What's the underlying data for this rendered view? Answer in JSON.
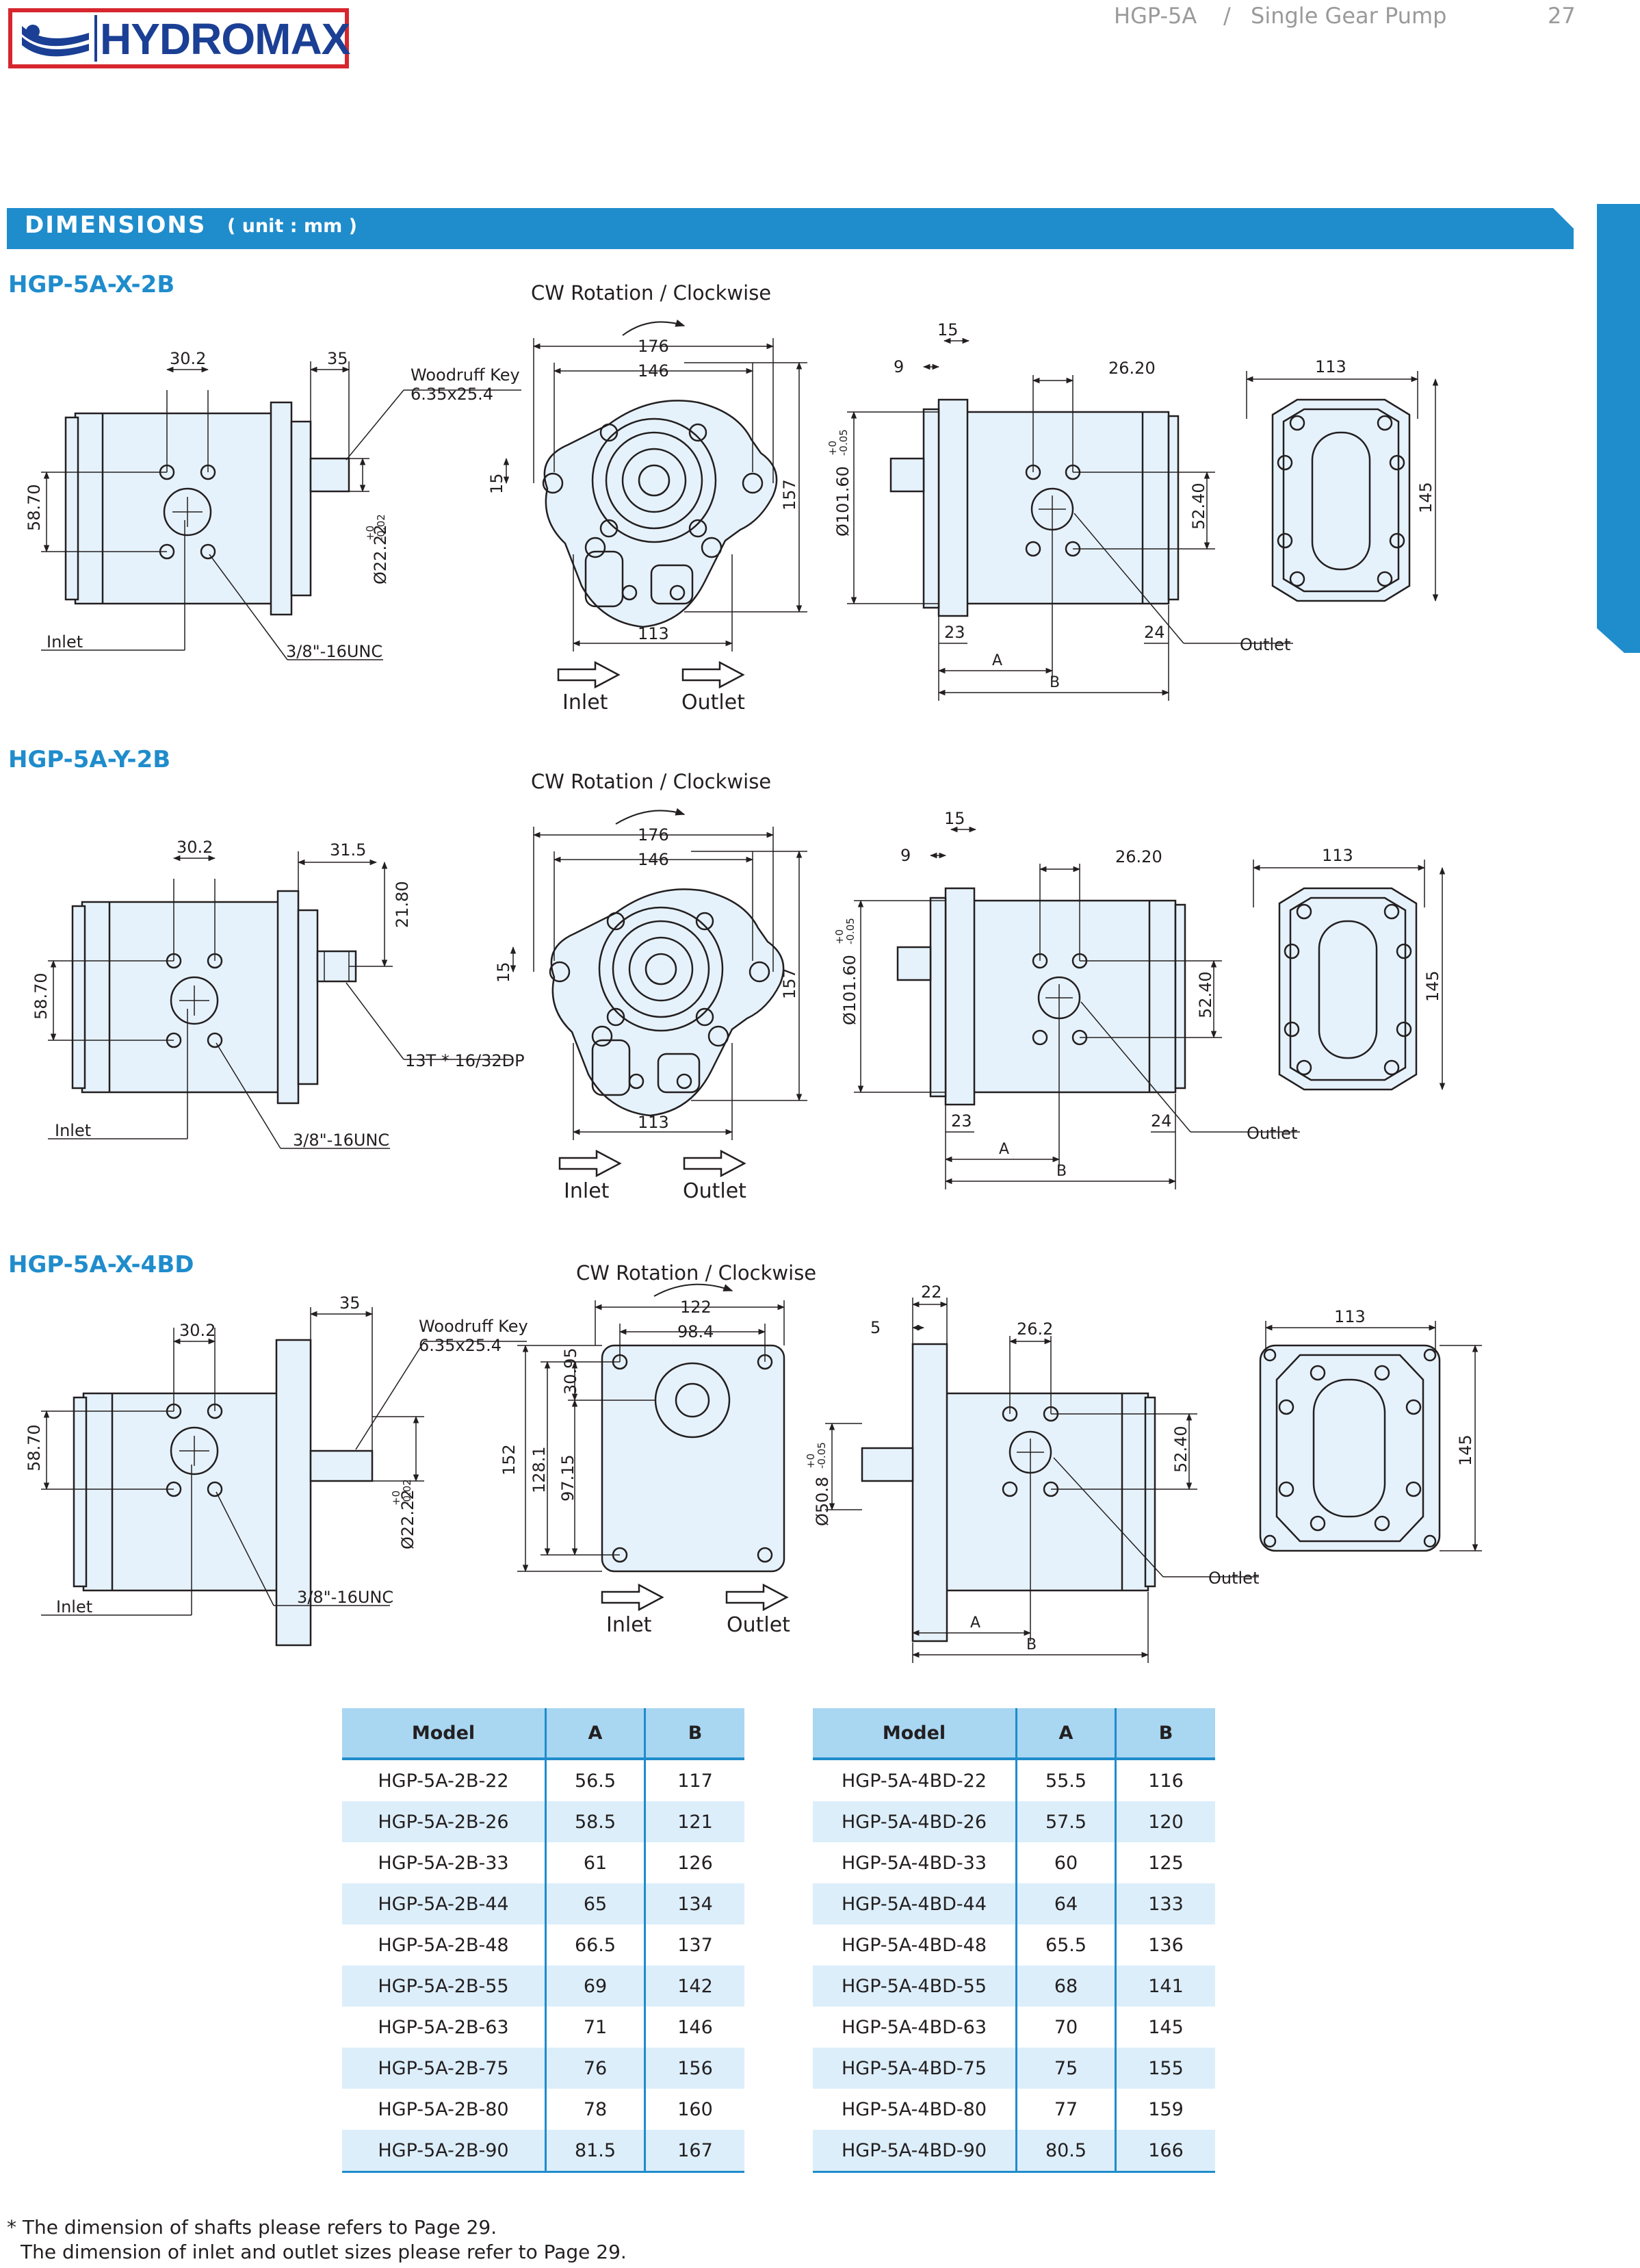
{
  "header": {
    "logo_text": "HYDROMAX",
    "model": "HGP-5A",
    "separator": "/",
    "title": "Single Gear Pump",
    "page_number": "27"
  },
  "banner": {
    "title": "DIMENSIONS",
    "unit": "( unit : mm )"
  },
  "colors": {
    "brand_blue": "#1f8ccc",
    "logo_red": "#d7262e",
    "logo_navy": "#1a3f94",
    "part_fill": "#e6f2fb",
    "table_header": "#a9d6f1",
    "table_alt_row": "#dceefa"
  },
  "sections": [
    {
      "title": "HGP-5A-X-2B",
      "rotation": "CW Rotation / Clockwise",
      "side": {
        "pitch": "30.2",
        "shaft_len": "35",
        "height": "58.70",
        "shaft_dia": "Ø22.22",
        "shaft_tol_top": "+0",
        "shaft_tol_bot": "-0.02",
        "shaft_note_1": "Woodruff Key",
        "shaft_note_2": "6.35x25.4",
        "port_label": "Inlet",
        "thread": "3/8\"-16UNC"
      },
      "front": {
        "width_outer": "176",
        "width_inner": "146",
        "offset": "15",
        "height": "157",
        "bottom": "113"
      },
      "flow": {
        "inlet": "Inlet",
        "outlet": "Outlet"
      },
      "side2": {
        "top": "15",
        "left": "9",
        "pitch": "26.20",
        "pilot": "Ø101.60",
        "pilot_tol_top": "+0",
        "pilot_tol_bot": "-0.05",
        "height": "52.40",
        "dim_a_left": "23",
        "dim_b_right": "24",
        "a": "A",
        "b": "B",
        "port_label": "Outlet"
      },
      "rear": {
        "width": "113",
        "height": "145"
      }
    },
    {
      "title": "HGP-5A-Y-2B",
      "rotation": "CW Rotation / Clockwise",
      "side": {
        "pitch": "30.2",
        "shaft_len": "31.5",
        "shaft_height": "21.80",
        "height": "58.70",
        "spline": "13T * 16/32DP",
        "port_label": "Inlet",
        "thread": "3/8\"-16UNC"
      },
      "front": {
        "width_outer": "176",
        "width_inner": "146",
        "offset": "15",
        "height": "157",
        "bottom": "113"
      },
      "flow": {
        "inlet": "Inlet",
        "outlet": "Outlet"
      },
      "side2": {
        "top": "15",
        "left": "9",
        "pitch": "26.20",
        "pilot": "Ø101.60",
        "pilot_tol_top": "+0",
        "pilot_tol_bot": "-0.05",
        "height": "52.40",
        "dim_a_left": "23",
        "dim_b_right": "24",
        "a": "A",
        "b": "B",
        "port_label": "Outlet"
      },
      "rear": {
        "width": "113",
        "height": "145"
      }
    },
    {
      "title": "HGP-5A-X-4BD",
      "rotation": "CW Rotation / Clockwise",
      "side": {
        "pitch": "30.2",
        "shaft_len": "35",
        "height": "58.70",
        "shaft_dia": "Ø22.22",
        "shaft_tol_top": "+0",
        "shaft_tol_bot": "-0.02",
        "shaft_note_1": "Woodruff Key",
        "shaft_note_2": "6.35x25.4",
        "port_label": "Inlet",
        "thread": "3/8\"-16UNC"
      },
      "front": {
        "width_outer": "122",
        "width_inner": "98.4",
        "h1": "30.95",
        "h2": "128.1",
        "h3": "97.15",
        "height": "152"
      },
      "flow": {
        "inlet": "Inlet",
        "outlet": "Outlet"
      },
      "side2": {
        "top": "22",
        "left": "5",
        "pitch": "26.2",
        "pilot": "Ø50.8",
        "pilot_tol_top": "+0",
        "pilot_tol_bot": "-0.05",
        "height": "52.40",
        "a": "A",
        "b": "B",
        "port_label": "Outlet"
      },
      "rear": {
        "width": "113",
        "height": "145"
      }
    }
  ],
  "tables": [
    {
      "headers": [
        "Model",
        "A",
        "B"
      ],
      "rows": [
        [
          "HGP-5A-2B-22",
          "56.5",
          "117"
        ],
        [
          "HGP-5A-2B-26",
          "58.5",
          "121"
        ],
        [
          "HGP-5A-2B-33",
          "61",
          "126"
        ],
        [
          "HGP-5A-2B-44",
          "65",
          "134"
        ],
        [
          "HGP-5A-2B-48",
          "66.5",
          "137"
        ],
        [
          "HGP-5A-2B-55",
          "69",
          "142"
        ],
        [
          "HGP-5A-2B-63",
          "71",
          "146"
        ],
        [
          "HGP-5A-2B-75",
          "76",
          "156"
        ],
        [
          "HGP-5A-2B-80",
          "78",
          "160"
        ],
        [
          "HGP-5A-2B-90",
          "81.5",
          "167"
        ]
      ]
    },
    {
      "headers": [
        "Model",
        "A",
        "B"
      ],
      "rows": [
        [
          "HGP-5A-4BD-22",
          "55.5",
          "116"
        ],
        [
          "HGP-5A-4BD-26",
          "57.5",
          "120"
        ],
        [
          "HGP-5A-4BD-33",
          "60",
          "125"
        ],
        [
          "HGP-5A-4BD-44",
          "64",
          "133"
        ],
        [
          "HGP-5A-4BD-48",
          "65.5",
          "136"
        ],
        [
          "HGP-5A-4BD-55",
          "68",
          "141"
        ],
        [
          "HGP-5A-4BD-63",
          "70",
          "145"
        ],
        [
          "HGP-5A-4BD-75",
          "75",
          "155"
        ],
        [
          "HGP-5A-4BD-80",
          "77",
          "159"
        ],
        [
          "HGP-5A-4BD-90",
          "80.5",
          "166"
        ]
      ]
    }
  ],
  "footnotes": [
    "* The dimension of shafts please refers to Page 29.",
    "The dimension of inlet and outlet sizes please refer to Page 29."
  ]
}
